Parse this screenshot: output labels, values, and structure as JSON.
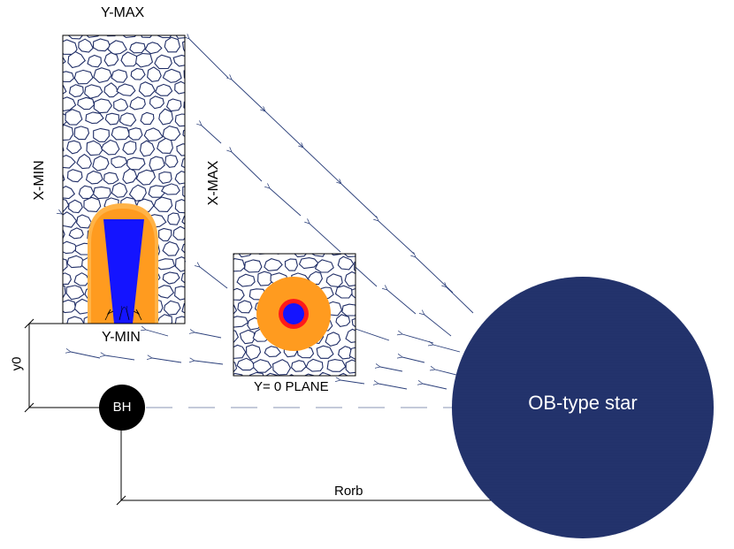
{
  "labels": {
    "y_max": "Y-MAX",
    "y_min": "Y-MIN",
    "x_min": "X-MIN",
    "x_max": "X-MAX",
    "y_zero_plane": "Y= 0 PLANE",
    "y0": "y0",
    "bh": "BH",
    "star": "OB-type star",
    "rorb": "Rorb"
  },
  "colors": {
    "star": "#22326b",
    "black_hole": "#000000",
    "wind_arrows": "#2b3f7a",
    "clump_outline": "#1f2d66",
    "jet_cone": "#1414ff",
    "jet_cocoon": "#ff9b1f",
    "jet_cocoon_light": "#ffb347",
    "ring": "#ff1a1a"
  }
}
